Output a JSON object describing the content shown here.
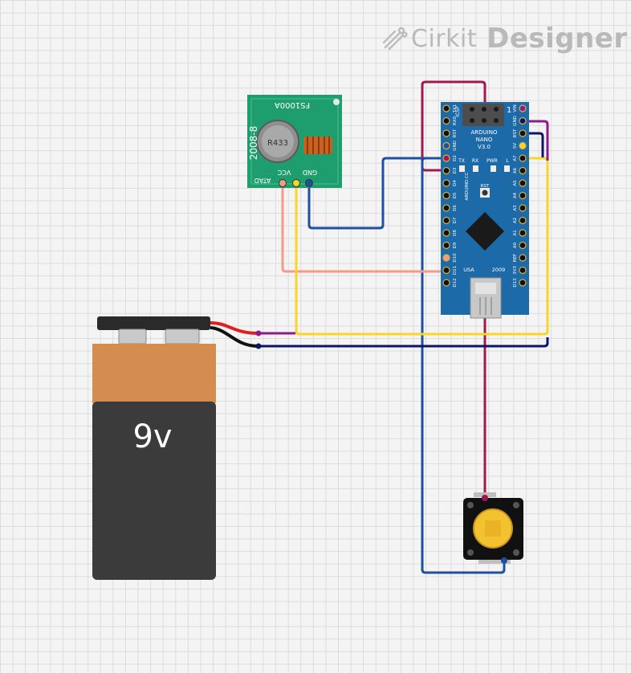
{
  "watermark": {
    "brand": "Cirkit",
    "product": "Designer",
    "icon": "pencil-circuit-icon"
  },
  "battery": {
    "label": "9v",
    "body_top_color": "#d58d4f",
    "body_bottom_color": "#3b3b3b"
  },
  "rf_module": {
    "model": "FS1000A",
    "date": "2008-8",
    "crystal": "R433",
    "pins": [
      "ATAD",
      "VCC",
      "GND"
    ],
    "board_color": "#1e9e6e"
  },
  "arduino": {
    "labels": {
      "title1": "ARDUINO",
      "title2": "NANO",
      "version": "V3.0",
      "icsp": "ICSP",
      "pin1": "1",
      "tx": "TX",
      "rx": "RX",
      "pwr": "PWR",
      "l": "L",
      "rst_btn": "RST",
      "brand": "ARDUINO.CC",
      "usa": "USA",
      "year": "2009"
    },
    "left_pins": [
      "TX1",
      "RX0",
      "RST",
      "GND",
      "D2",
      "D3",
      "D4",
      "D5",
      "D6",
      "D7",
      "D8",
      "D9",
      "D10",
      "D11",
      "D12"
    ],
    "right_pins": [
      "VIN",
      "GND",
      "RST",
      "5V",
      "A7",
      "A6",
      "A5",
      "A4",
      "A3",
      "A2",
      "A1",
      "A0",
      "REF",
      "3V3",
      "D13"
    ],
    "board_color": "#1d6aa8"
  },
  "pushbutton": {
    "cap_color": "#f2c230"
  },
  "wire_colors": {
    "red": "#a3174f",
    "blue": "#1e4fa0",
    "salmon": "#f59a84",
    "yellow": "#f7d52a",
    "purple": "#8e1a8e",
    "navy": "#0e1566",
    "battery_red": "#e0201f",
    "battery_black": "#111111"
  }
}
